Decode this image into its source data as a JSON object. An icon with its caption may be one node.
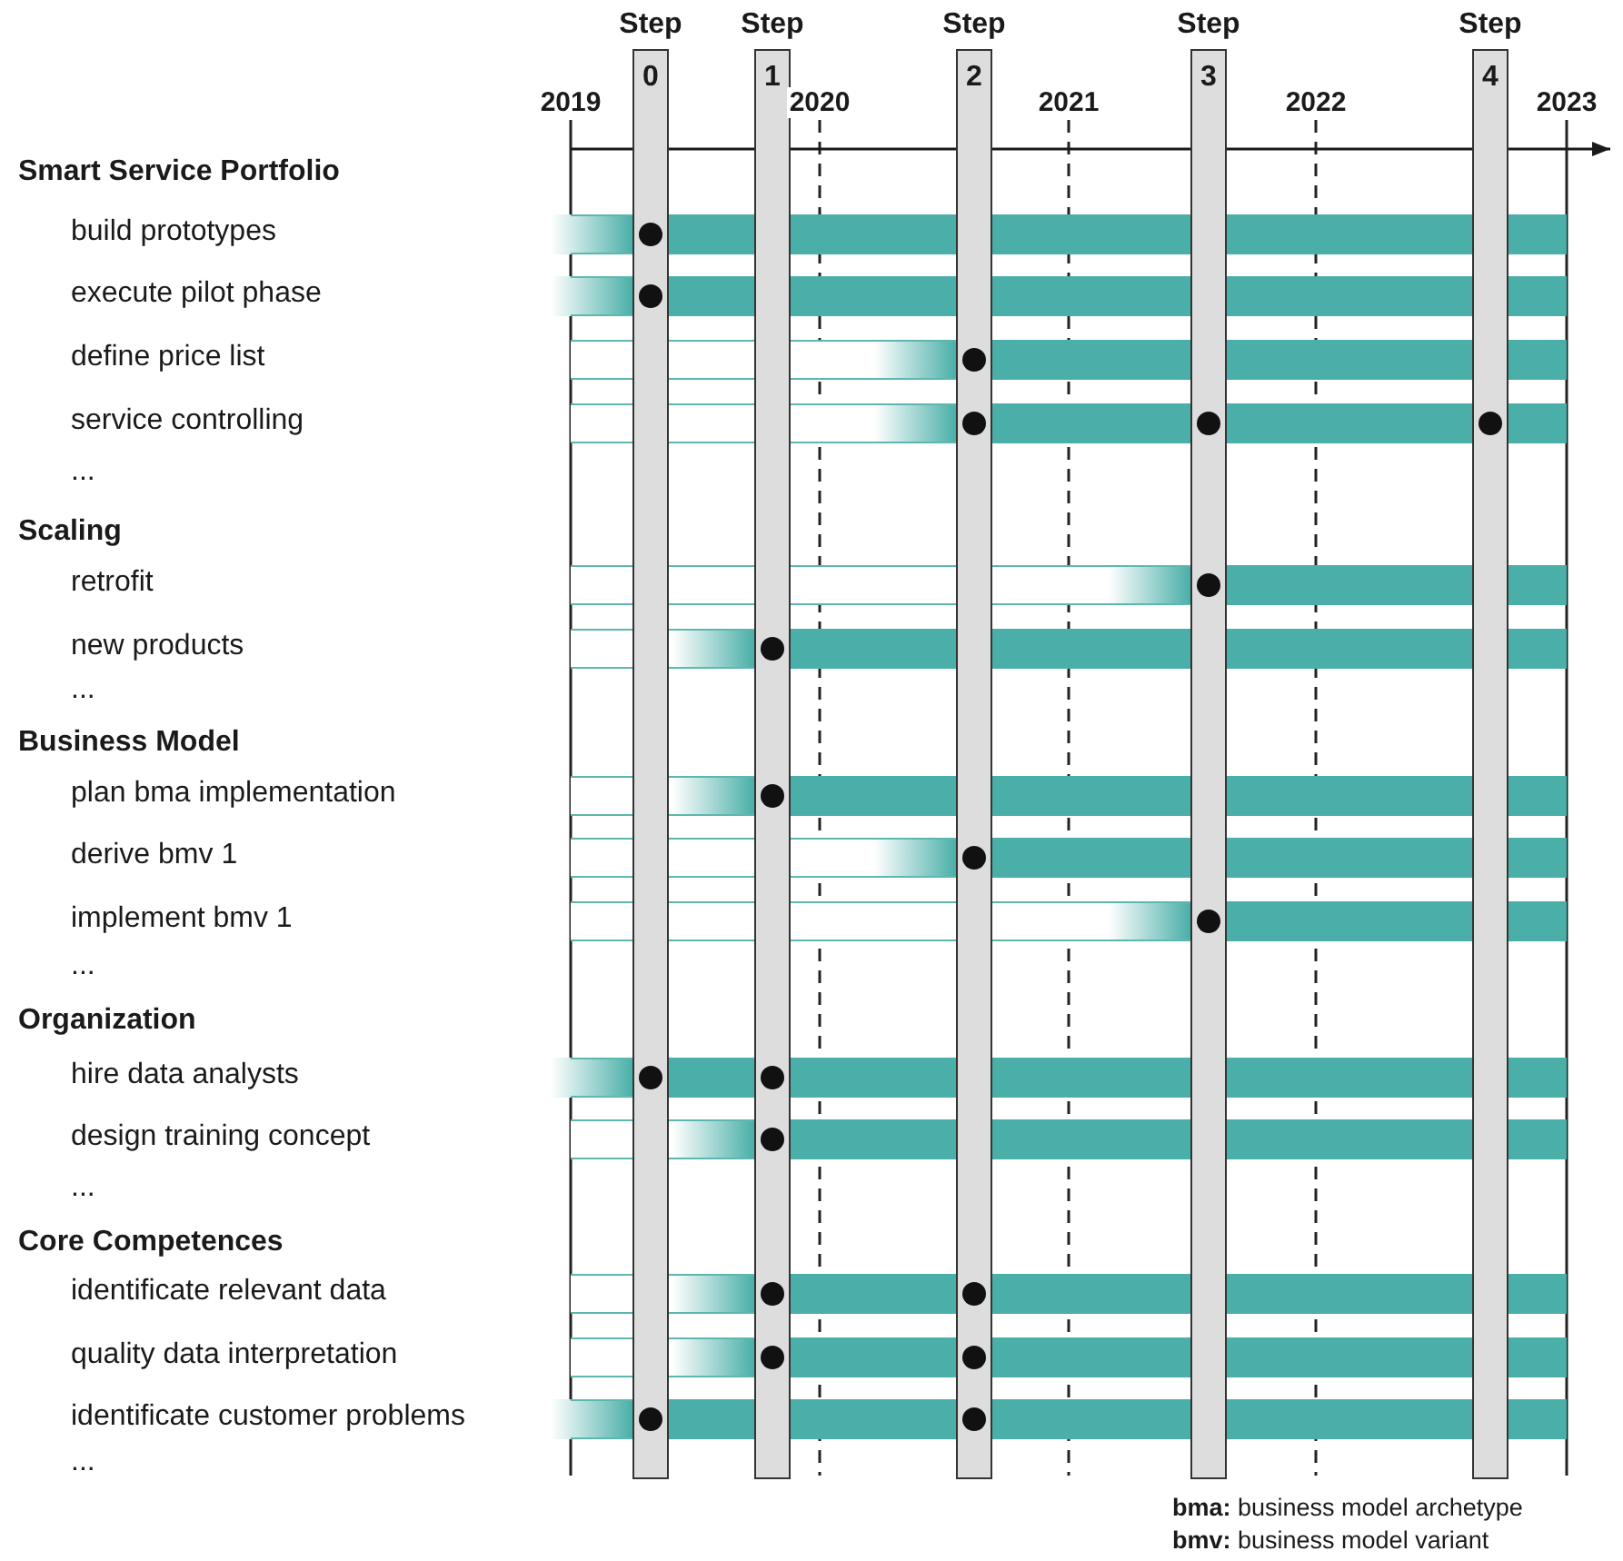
{
  "diagram": {
    "nodes": [
      {
        "text": [
          "Step",
          "0"
        ]
      },
      {
        "text": [
          "Step",
          "1"
        ]
      },
      {
        "text": [
          "Step",
          "2"
        ]
      },
      {
        "text": [
          "Step",
          "3"
        ]
      },
      {
        "text": [
          "Step",
          "4"
        ]
      }
    ],
    "labels": [
      "2019",
      "2020",
      "2021",
      "2022",
      "2023",
      "Smart Service Portfolio",
      "build prototypes",
      "execute pilot phase",
      "define price list",
      "service controlling",
      "...",
      "Scaling",
      "retrofit",
      "new products",
      "...",
      "Business Model",
      "plan bma implementation",
      "derive bmv 1",
      "implement bmv 1",
      "...",
      "Organization",
      "hire data analysts",
      "design training concept",
      "...",
      "Core Competences",
      "identificate relevant data",
      "quality data interpretation",
      "identificate customer problems",
      "...",
      "**bma:** business model archetype",
      "**bmv:** business model variant"
    ]
  }
}
